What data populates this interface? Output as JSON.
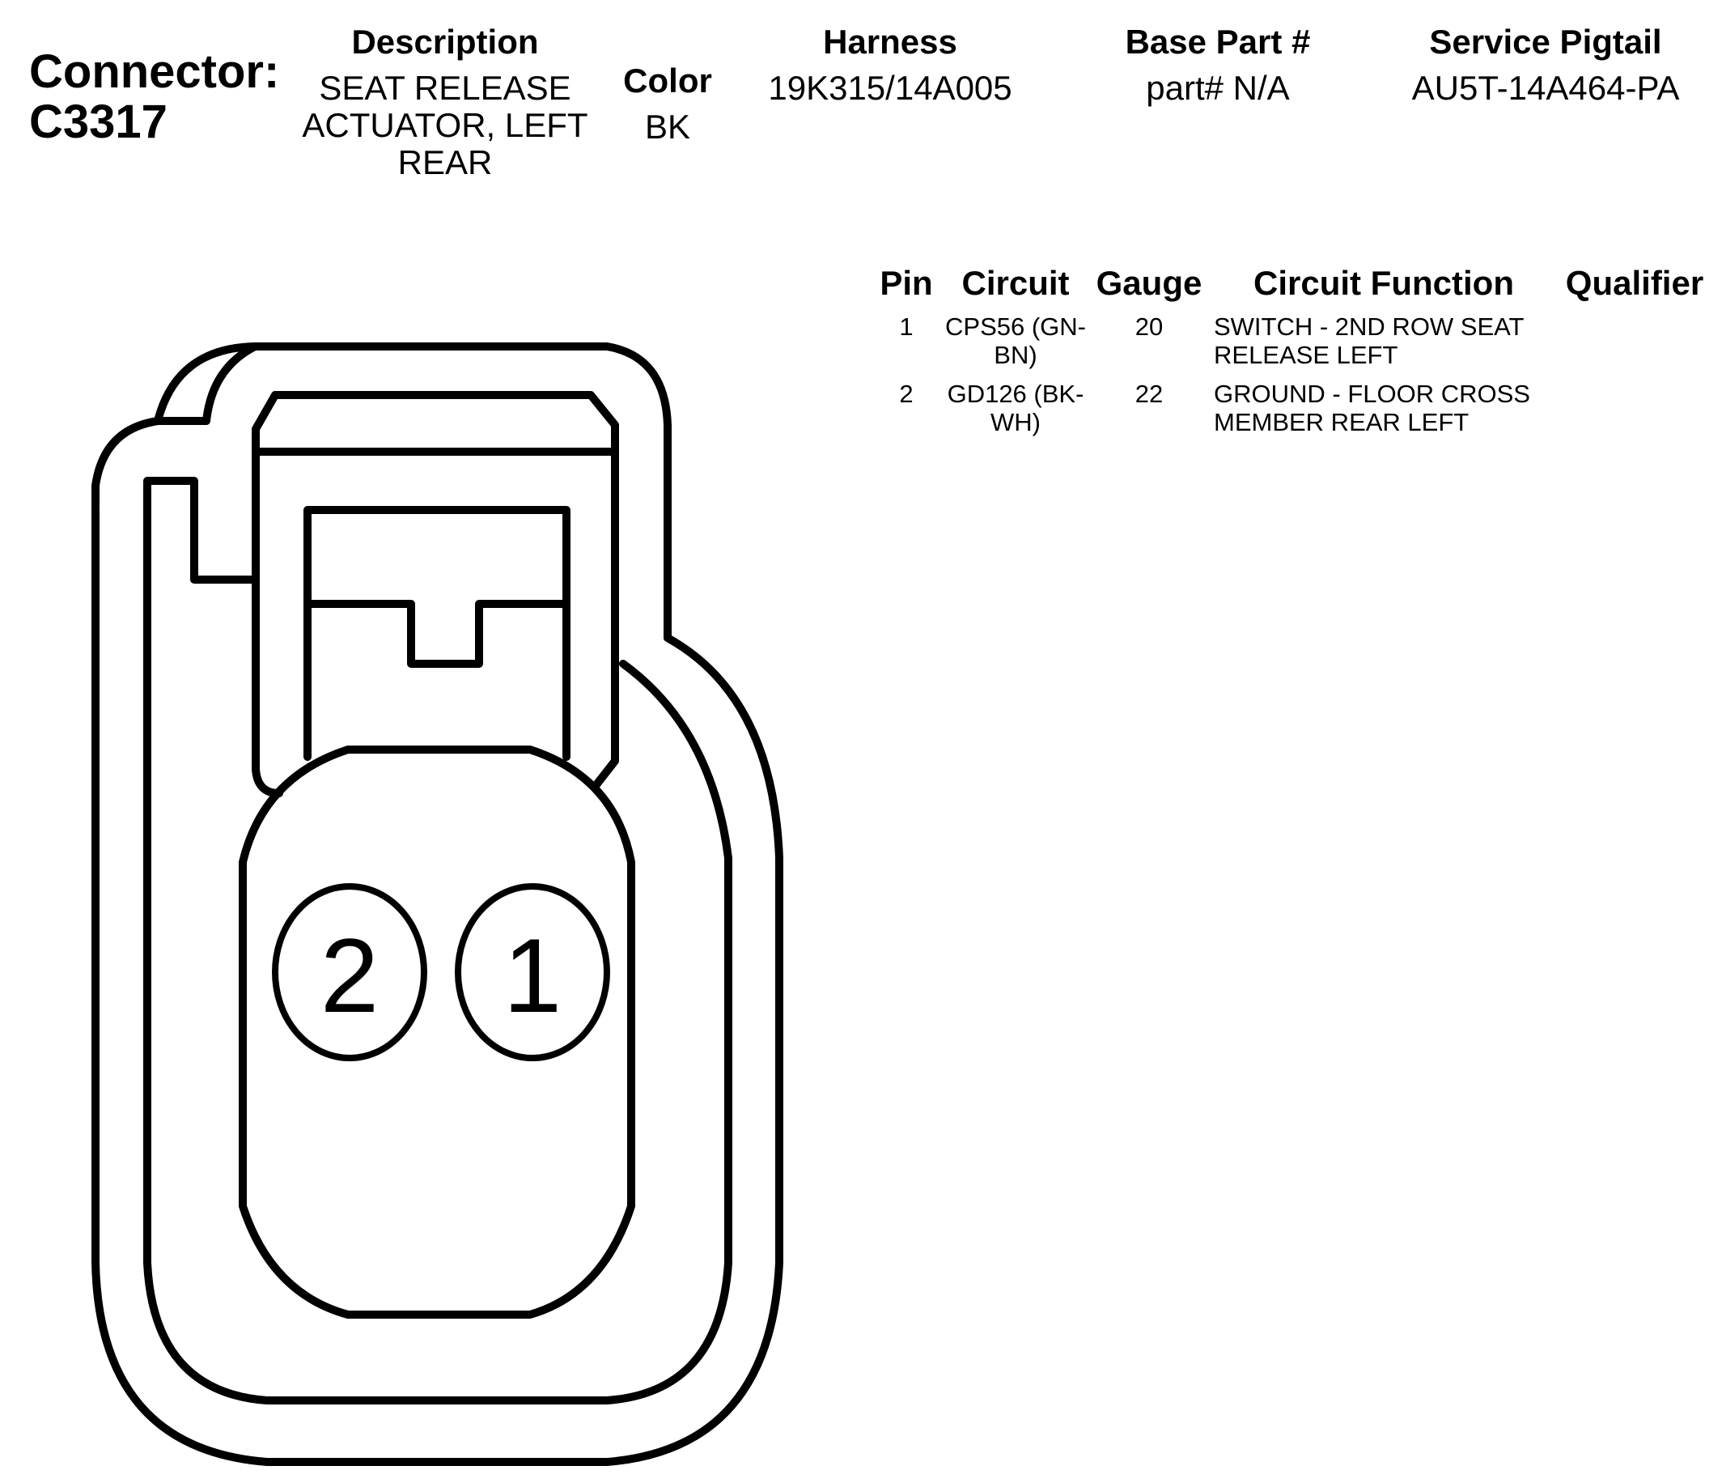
{
  "connector": {
    "label": "Connector:",
    "id": "C3317"
  },
  "header": {
    "description_label": "Description",
    "description_lines": [
      "SEAT RELEASE",
      "ACTUATOR, LEFT",
      "REAR"
    ],
    "color_label": "Color",
    "color_value": "BK",
    "harness_label": "Harness",
    "harness_value": "19K315/14A005",
    "base_part_label": "Base Part #",
    "base_part_value": "part# N/A",
    "service_pigtail_label": "Service Pigtail",
    "service_pigtail_value": "AU5T-14A464-PA"
  },
  "pin_table": {
    "columns": [
      "Pin",
      "Circuit",
      "Gauge",
      "Circuit Function",
      "Qualifier"
    ],
    "rows": [
      {
        "pin": "1",
        "circuit_lines": [
          "CPS56 (GN-",
          "BN)"
        ],
        "gauge": "20",
        "function_lines": [
          "SWITCH - 2ND ROW SEAT",
          "RELEASE LEFT"
        ],
        "qualifier": ""
      },
      {
        "pin": "2",
        "circuit_lines": [
          "GD126 (BK-",
          "WH)"
        ],
        "gauge": "22",
        "function_lines": [
          "GROUND - FLOOR CROSS",
          "MEMBER REAR LEFT"
        ],
        "qualifier": ""
      }
    ]
  },
  "diagram": {
    "pin_labels": [
      "2",
      "1"
    ]
  }
}
